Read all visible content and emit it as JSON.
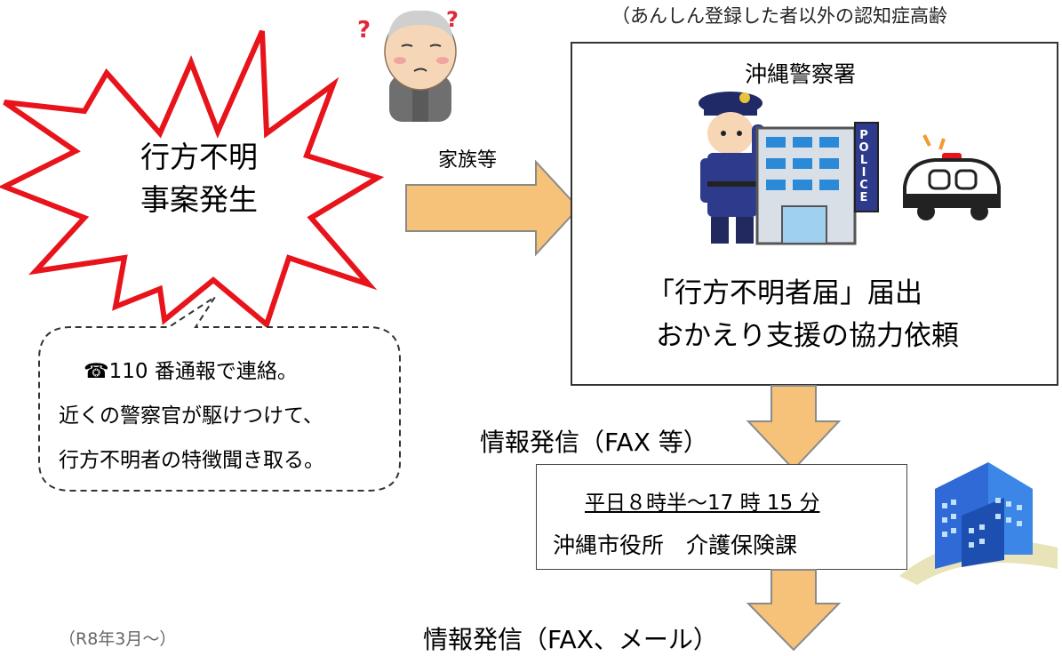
{
  "top_note": "（あんしん登録した者以外の認知症高齢",
  "burst": {
    "line1": "行方不明",
    "line2": "事案発生"
  },
  "arrow_family_label": "家族等",
  "police_box": {
    "title": "沖縄警察署",
    "police_sign": "POLICE",
    "line1": "「行方不明者届」届出",
    "line2": "おかえり支援の協力依頼"
  },
  "bubble": {
    "phone_icon": "☎",
    "line1": "110 番通報で連絡。",
    "line2": "近くの警察官が駆けつけて、",
    "line3": "行方不明者の特徴聞き取る。"
  },
  "info1": "情報発信（FAX 等）",
  "city_box": {
    "hours": "平日８時半～17 時 15 分",
    "office": "沖縄市役所　介護保険課"
  },
  "info2": "情報発信（FAX、メール）",
  "footer_note": "（R8年3月～）",
  "colors": {
    "burst_stroke": "#e8141b",
    "arrow_fill": "#f6c27a",
    "arrow_stroke": "#8a8a8a",
    "police_blue": "#2e3a8c",
    "building_blue": "#2f6ad6"
  }
}
